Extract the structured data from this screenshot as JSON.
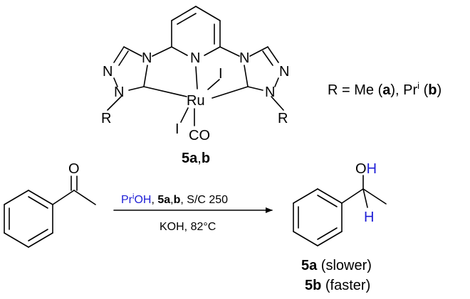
{
  "colors": {
    "ink": "#000000",
    "highlight": "#1f1fd6"
  },
  "complex": {
    "atoms": {
      "N_pyridine": "N",
      "N_left_top": "N",
      "N_left_ring": "N",
      "N_left_lower": "N",
      "N_right_top": "N",
      "N_right_ring": "N",
      "N_right_lower": "N",
      "R_left": "R",
      "R_right": "R",
      "metal": "Ru",
      "iodide_top": "I",
      "iodide_bottom": "I",
      "carbonyl": "CO"
    },
    "label_bold": "5a",
    "label_sep": ",",
    "label_bold2": "b"
  },
  "substituent_note": {
    "prefix": "R = Me (",
    "a": "a",
    "mid": "), Pr",
    "sup": "i",
    "mid2": " (",
    "b": "b",
    "suffix": ")"
  },
  "reaction": {
    "ketone_oxygen": "O",
    "conditions_top": {
      "solvent_pre": "Pr",
      "solvent_sup": "i",
      "solvent_post": "OH",
      "comma1": ", ",
      "cat_a": "5a",
      "cat_sep": ",",
      "cat_b": "b",
      "tail": ", S/C 250"
    },
    "conditions_bottom": "KOH, 82°C",
    "product_oh": "OH",
    "product_h": "H"
  },
  "results": [
    {
      "bold": "5a",
      "text": " (slower)"
    },
    {
      "bold": "5b",
      "text": " (faster)"
    }
  ]
}
